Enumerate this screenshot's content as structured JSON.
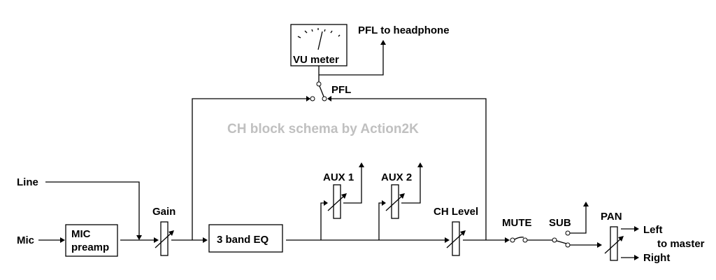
{
  "diagram": {
    "title": "CH block schema by Action2K",
    "inputs": {
      "mic": "Mic",
      "line": "Line"
    },
    "blocks": {
      "mic_preamp": [
        "MIC",
        "preamp"
      ],
      "eq": "3 band EQ",
      "vu_meter": "VU meter"
    },
    "controls": {
      "gain": "Gain",
      "aux1": "AUX 1",
      "aux2": "AUX 2",
      "ch_level": "CH Level",
      "mute": "MUTE",
      "sub": "SUB",
      "pan": "PAN",
      "pfl": "PFL"
    },
    "outputs": {
      "pfl_headphone": "PFL to headphone",
      "left": "Left",
      "to_master": "to master",
      "right": "Right"
    },
    "colors": {
      "line": "#000000",
      "watermark": "#c0c0c0",
      "background": "#ffffff"
    }
  }
}
